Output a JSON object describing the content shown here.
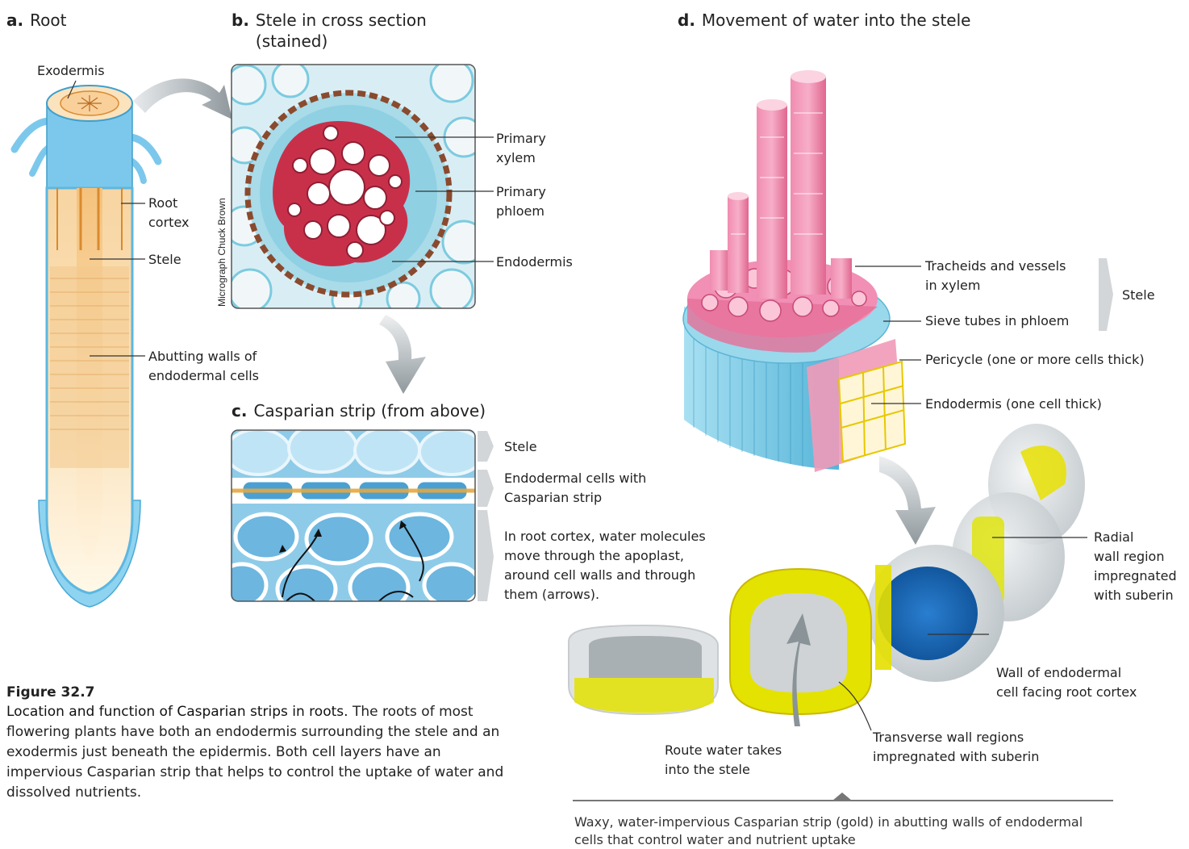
{
  "panels": {
    "a": {
      "letter": "a.",
      "title": "Root"
    },
    "b": {
      "letter": "b.",
      "title": "Stele in cross section\n(stained)"
    },
    "c": {
      "letter": "c.",
      "title": "Casparian strip (from above)"
    },
    "d": {
      "letter": "d.",
      "title": "Movement of water into the stele"
    }
  },
  "labels_a": {
    "exodermis": "Exodermis",
    "root_cortex": "Root\ncortex",
    "stele": "Stele",
    "abutting": "Abutting walls of\nendodermal cells"
  },
  "labels_b": {
    "primary_xylem": "Primary\nxylem",
    "primary_phloem": "Primary\nphloem",
    "endodermis": "Endodermis",
    "credit": "Micrograph Chuck Brown"
  },
  "labels_c": {
    "stele": "Stele",
    "endodermal": "Endodermal cells with\nCasparian strip",
    "cortex": "In root cortex, water molecules\nmove through the apoplast,\naround cell walls and through\nthem (arrows)."
  },
  "labels_d": {
    "tracheids": "Tracheids and vessels\nin xylem",
    "sieve": "Sieve tubes in phloem",
    "stele": "Stele",
    "pericycle": "Pericycle (one or more cells thick)",
    "endodermis": "Endodermis (one cell thick)",
    "radial": "Radial\nwall region\nimpregnated\nwith suberin",
    "wall_cortex": "Wall of endodermal\ncell facing root cortex",
    "transverse": "Transverse wall regions\nimpregnated with suberin",
    "route": "Route water takes\ninto the stele"
  },
  "caption_d": "Waxy, water-impervious Casparian strip (gold) in abutting walls of endodermal\ncells that control water and nutrient uptake",
  "figure": {
    "number": "Figure 32.7",
    "title": "Location and function of Casparian strips in roots.",
    "body": "The roots of most flowering plants have both an endodermis surrounding the stele and an exodermis just beneath the epidermis. Both cell layers have an impervious Casparian strip that helps to control the uptake of water and dissolved nutrients."
  },
  "colors": {
    "root_blue": "#7cc8ec",
    "root_cortex": "#f9d9a8",
    "stele_orange": "#f0b870",
    "xylem_pink": "#ee7fa6",
    "stain_red": "#c8304a",
    "stain_cyan": "#7ccbe0",
    "casparian_gold": "#e8c800",
    "arrow_grey": "#9aa3a8"
  }
}
